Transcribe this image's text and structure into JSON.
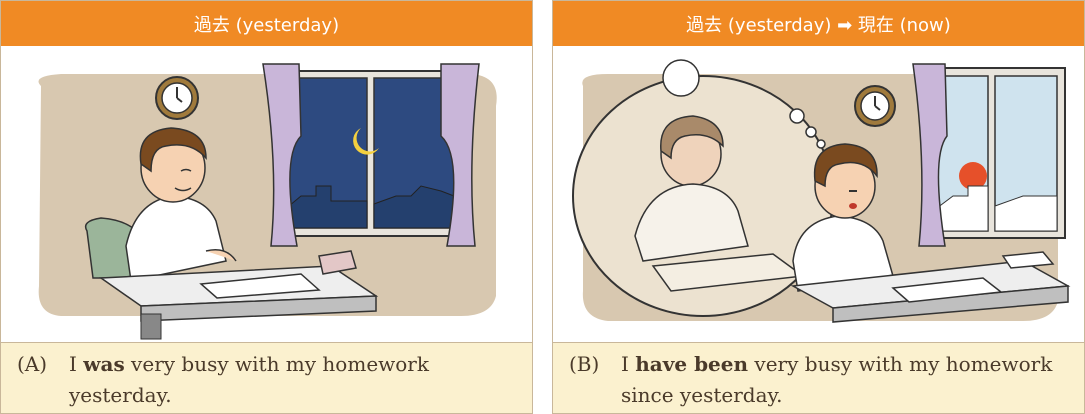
{
  "panels": [
    {
      "header": "過去 (yesterday)",
      "caption": {
        "label": "(A)",
        "pre": "I ",
        "bold": "was",
        "post": " very busy with my homework yesterday."
      }
    },
    {
      "header": "過去 (yesterday) ➡ 現在 (now)",
      "caption": {
        "label": "(B)",
        "pre": "I ",
        "bold": "have been",
        "post": " very busy with my homework since yesterday."
      }
    }
  ],
  "colors": {
    "header_bg": "#f08a24",
    "caption_bg": "#fbf1cf",
    "wall": "#d8c8b0"
  }
}
